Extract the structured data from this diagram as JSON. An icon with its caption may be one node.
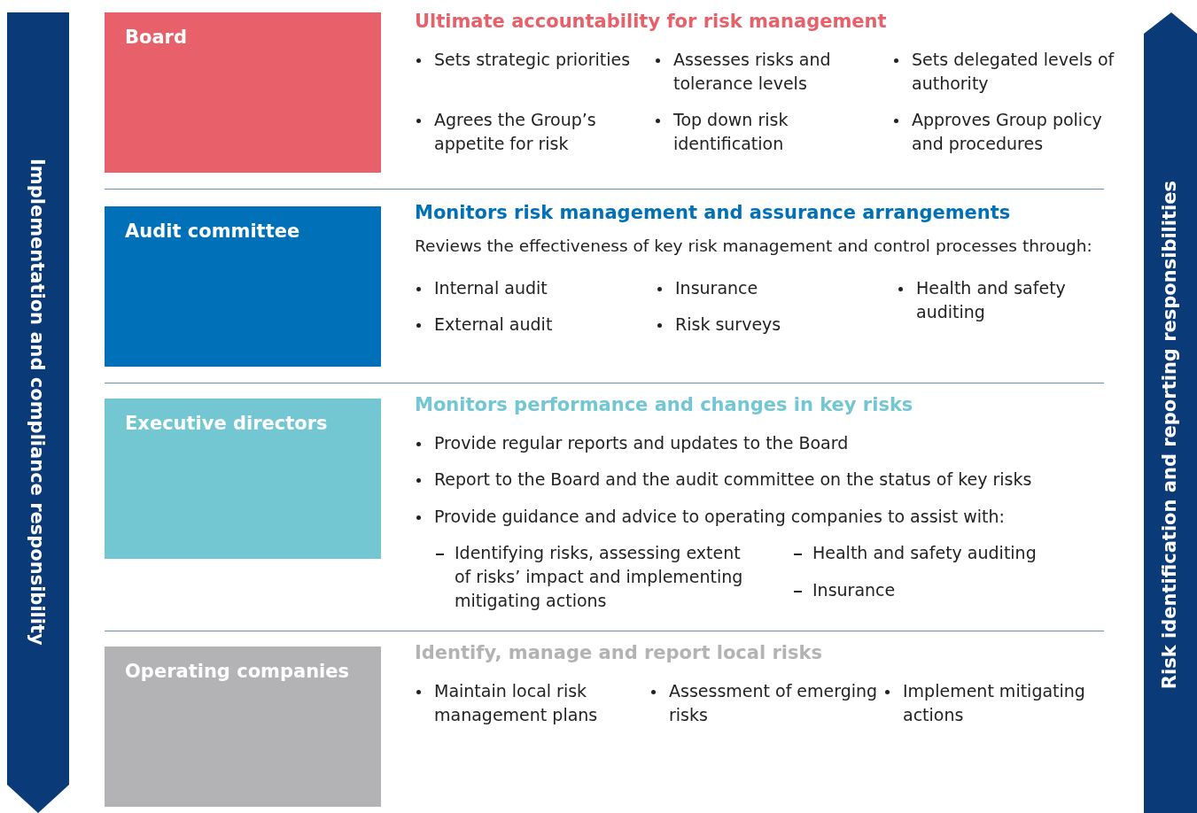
{
  "diagram": {
    "nodes": [
      {
        "text": [
          "Implementation and compliance responsibility"
        ]
      },
      {
        "text": [
          "Board"
        ],
        "beside": [
          "Ultimate accountability for risk management",
          "Sets strategic priorities",
          "Assesses risks and tolerance levels",
          "Sets delegated levels of authority",
          "Agrees the Group’s appetite for risk",
          "Top down risk identification",
          "Approves Group policy and procedures"
        ]
      },
      {
        "text": [
          "Audit committee"
        ],
        "beside": [
          "Monitors risk management and assurance arrangements",
          "Reviews the effectiveness of key risk management and control processes through:",
          "Internal audit",
          "Insurance",
          "Health and safety auditing",
          "External audit",
          "Risk surveys"
        ]
      },
      {
        "text": [
          "Executive directors"
        ],
        "beside": [
          "Monitors performance and changes in key risks",
          "Provide regular reports and updates to the Board",
          "Report to the Board and the audit committee on the status of key risks",
          "Provide guidance and advice to operating companies to assist with:",
          "Identifying risks, assessing extent of risks’ impact and implementing mitigating actions",
          "Health and safety auditing",
          "Insurance"
        ]
      },
      {
        "text": [
          "Operating companies"
        ],
        "beside": [
          "Identify, manage and report local risks",
          "Maintain local risk management plans",
          "Assessment of emerging risks",
          "Implement mitigating actions"
        ]
      },
      {
        "text": [
          "Risk identification and reporting responsibilities"
        ]
      }
    ]
  }
}
